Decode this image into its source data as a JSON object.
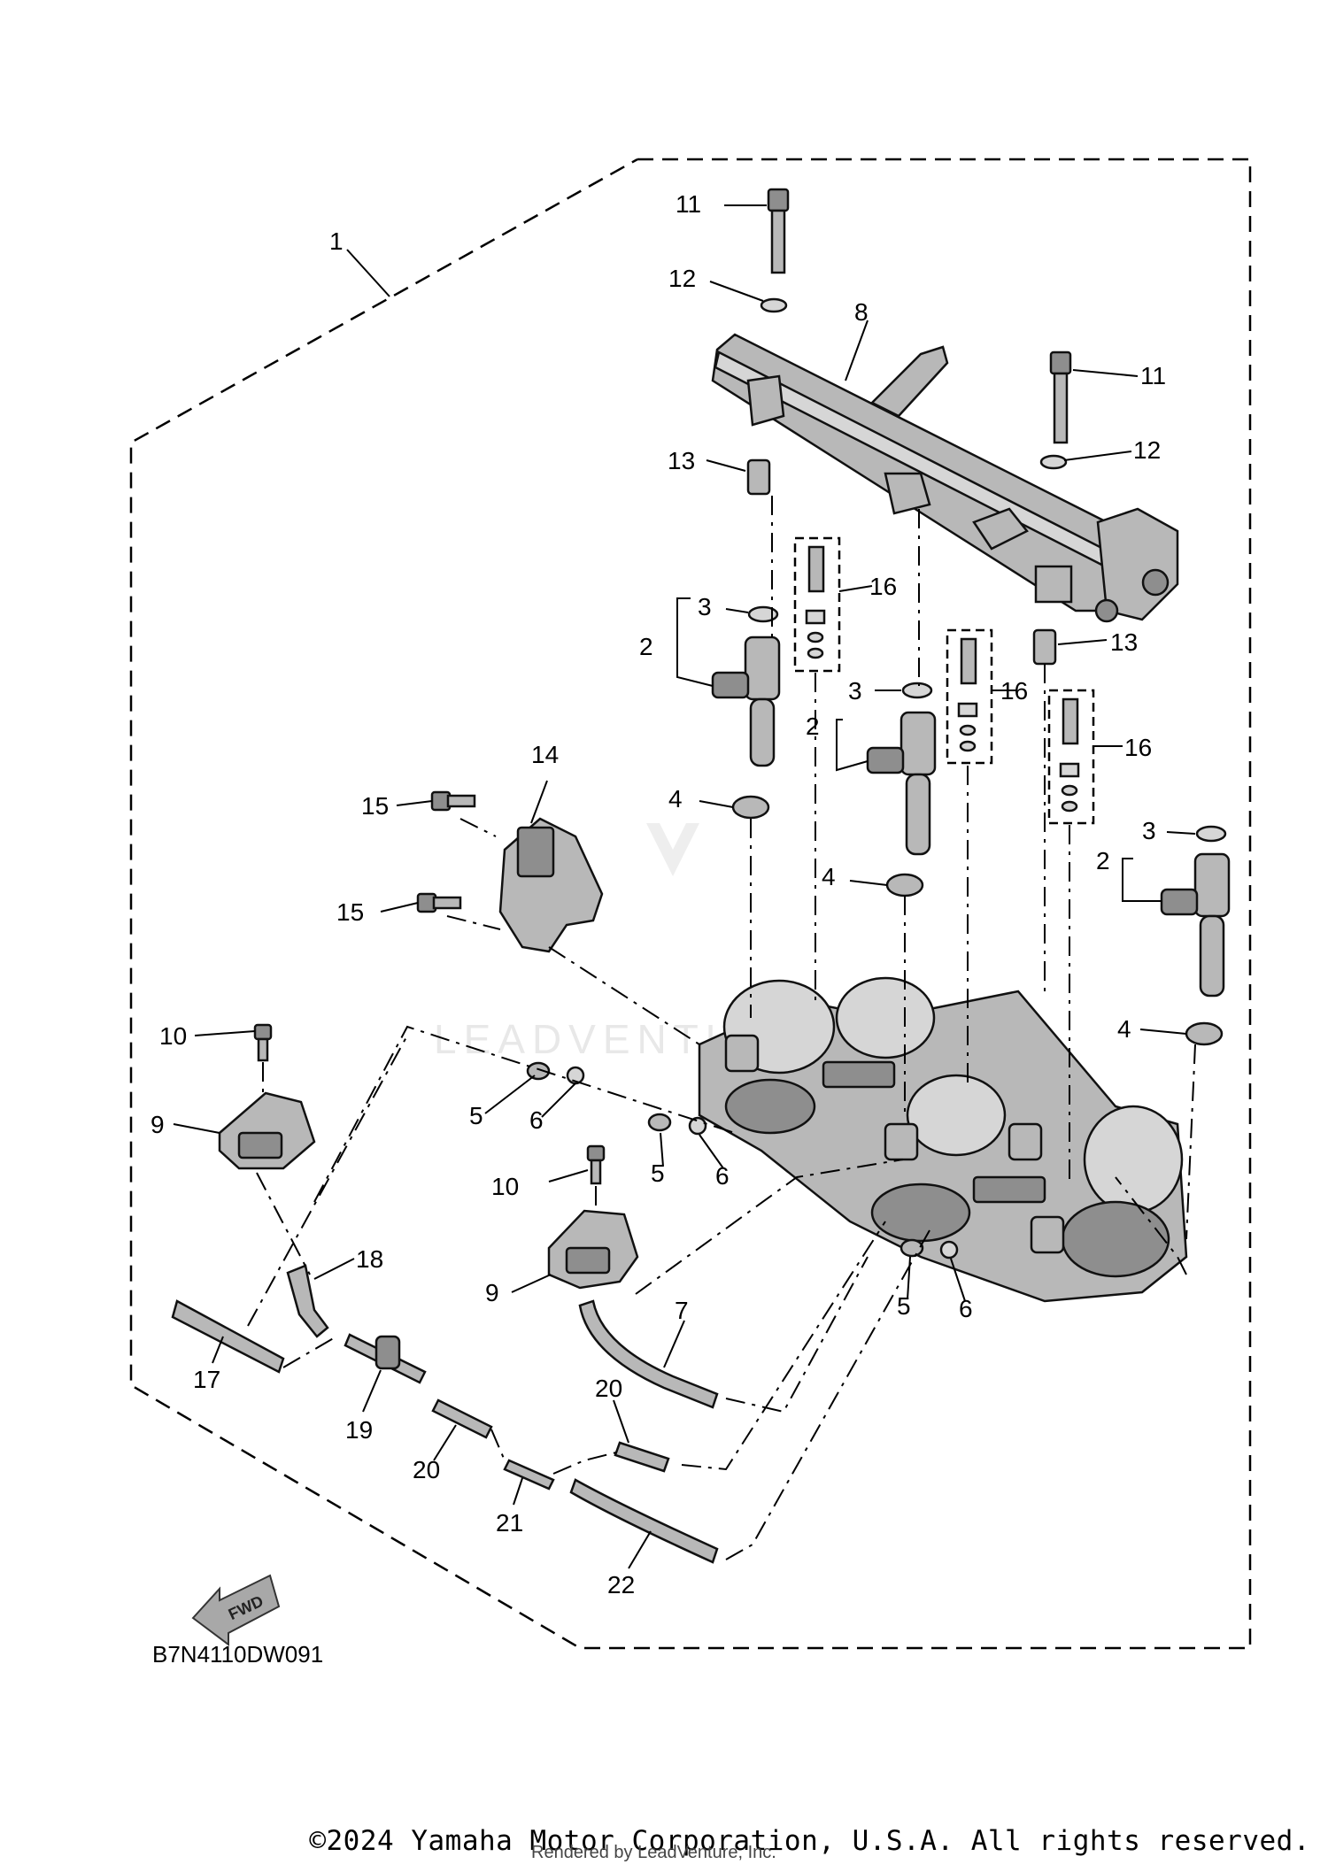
{
  "diagram": {
    "code": "B7N4110DW091",
    "fwd_label": "FWD",
    "watermark": "LEADVENTURE",
    "callouts": [
      "1",
      "2",
      "2",
      "2",
      "3",
      "3",
      "3",
      "4",
      "4",
      "4",
      "4",
      "5",
      "5",
      "5",
      "6",
      "6",
      "6",
      "7",
      "8",
      "9",
      "9",
      "10",
      "10",
      "11",
      "11",
      "12",
      "12",
      "13",
      "13",
      "14",
      "15",
      "15",
      "16",
      "16",
      "16",
      "17",
      "18",
      "19",
      "20",
      "20",
      "21",
      "22"
    ]
  },
  "footer": {
    "copyright": "©2024 Yamaha Motor Corporation, U.S.A. All rights reserved.",
    "rendered_by": "Rendered by LeadVenture, Inc."
  }
}
